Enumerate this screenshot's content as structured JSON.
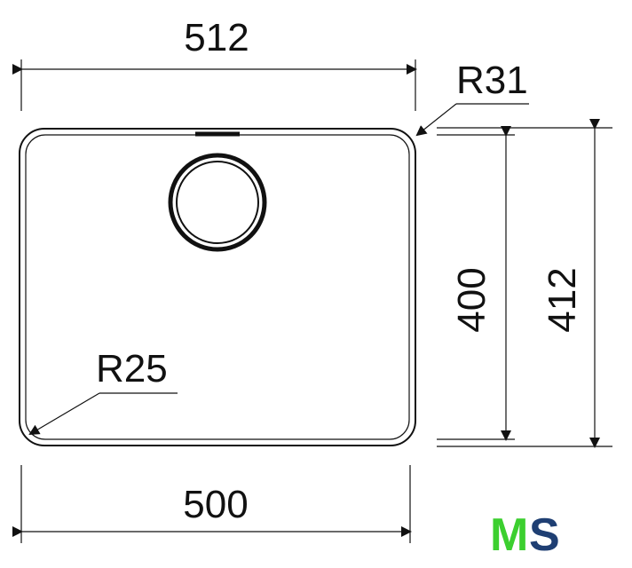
{
  "dimensions": {
    "top_width": "512",
    "bottom_width": "500",
    "inner_height": "400",
    "outer_height": "412",
    "outer_radius": "R31",
    "inner_radius": "R25"
  },
  "logo": {
    "letter_m": "M",
    "letter_s": "S",
    "color_m": "#3ccf2f",
    "color_s": "#1f3f73"
  },
  "colors": {
    "line": "#111111",
    "background": "#ffffff"
  }
}
